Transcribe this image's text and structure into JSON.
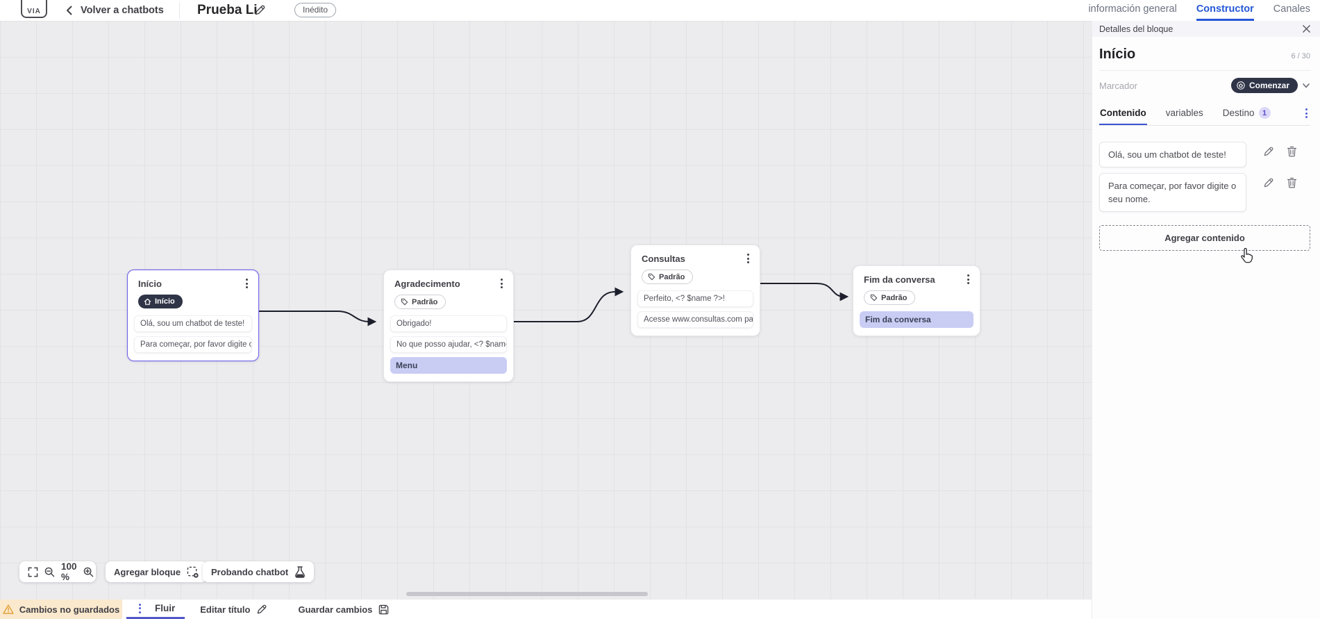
{
  "topbar": {
    "logo_text": "VIA",
    "back_label": "Volver a chatbots",
    "title": "Prueba Li",
    "status_badge": "Inédito",
    "tabs": [
      {
        "label": "información general",
        "active": false
      },
      {
        "label": "Constructor",
        "active": true
      },
      {
        "label": "Canales",
        "active": false
      }
    ]
  },
  "canvas": {
    "zoom_level": "100 %",
    "add_block_label": "Agregar bloque",
    "test_chatbot_label": "Probando chatbot",
    "nodes": [
      {
        "title": "Início",
        "badge": "Início",
        "selected": true,
        "items": [
          {
            "type": "message",
            "text": "Olá, sou um chatbot de teste!"
          },
          {
            "type": "message",
            "text": "Para começar, por favor digite o ..."
          }
        ]
      },
      {
        "title": "Agradecimento",
        "badge": "Padrão",
        "selected": false,
        "items": [
          {
            "type": "message",
            "text": "Obrigado!"
          },
          {
            "type": "message",
            "text": "No que posso ajudar, <? $name ..."
          },
          {
            "type": "action",
            "text": "Menu"
          }
        ]
      },
      {
        "title": "Consultas",
        "badge": "Padrão",
        "selected": false,
        "items": [
          {
            "type": "message",
            "text": "Perfeito, <? $name ?>!"
          },
          {
            "type": "message",
            "text": "Acesse www.consultas.com par..."
          }
        ]
      },
      {
        "title": "Fim da conversa",
        "badge": "Padrão",
        "selected": false,
        "items": [
          {
            "type": "action",
            "text": "Fim da conversa"
          }
        ]
      }
    ]
  },
  "panel": {
    "header": "Detalles del bloque",
    "block_title": "Início",
    "char_counter": "6 / 30",
    "marker_label": "Marcador",
    "marker_value": "Comenzar",
    "tabs": [
      {
        "label": "Contenido",
        "active": true
      },
      {
        "label": "variables",
        "active": false
      },
      {
        "label": "Destino",
        "badge": "1",
        "active": false
      }
    ],
    "contents": [
      "Olá, sou um chatbot de teste!",
      "Para começar, por favor digite o seu nome."
    ],
    "add_content_label": "Agregar contenido"
  },
  "bottombar": {
    "unsaved_label": "Cambios no guardados",
    "flow_tab": "Fluir",
    "edit_title_label": "Editar título",
    "save_label": "Guardar cambios"
  },
  "colors": {
    "accent_blue": "#2456d6",
    "selected_node_border": "#6f63e8",
    "dark_pill": "#2f3447",
    "action_item_bg": "#c9cdf4",
    "warn_bg": "#fbe9cd",
    "warn_icon": "#e2a33c",
    "panel_tab_underline": "#3b54d0",
    "bottom_tab_underline": "#5156c9",
    "canvas_bg": "#ececee"
  }
}
